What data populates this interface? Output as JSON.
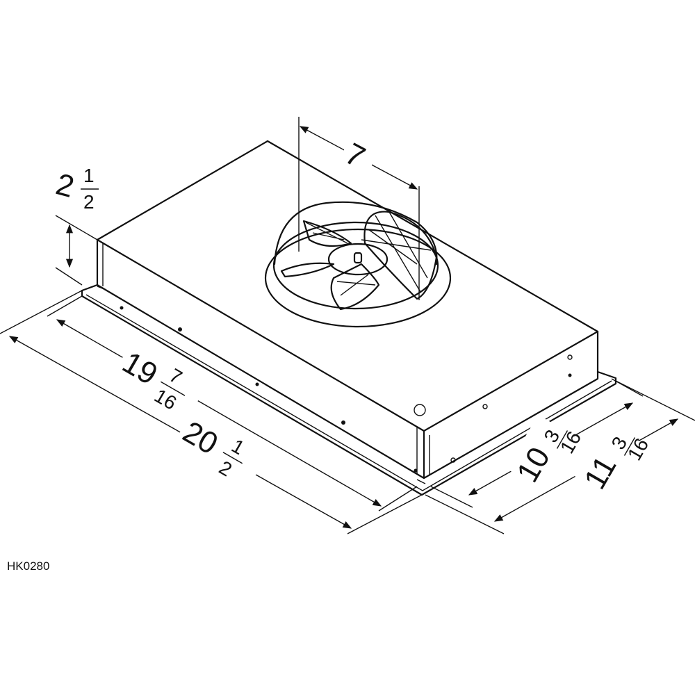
{
  "drawing_code": "HK0280",
  "dimensions": {
    "fan_width": {
      "whole": "7"
    },
    "height": {
      "whole": "2",
      "num": "1",
      "den": "2"
    },
    "inner_length": {
      "whole": "19",
      "num": "7",
      "den": "16"
    },
    "outer_length": {
      "whole": "20",
      "num": "1",
      "den": "2"
    },
    "inner_depth": {
      "whole": "10",
      "num": "3",
      "den": "16"
    },
    "outer_depth": {
      "whole": "11",
      "num": "3",
      "den": "16"
    }
  },
  "colors": {
    "line": "#111111",
    "background": "#ffffff"
  }
}
